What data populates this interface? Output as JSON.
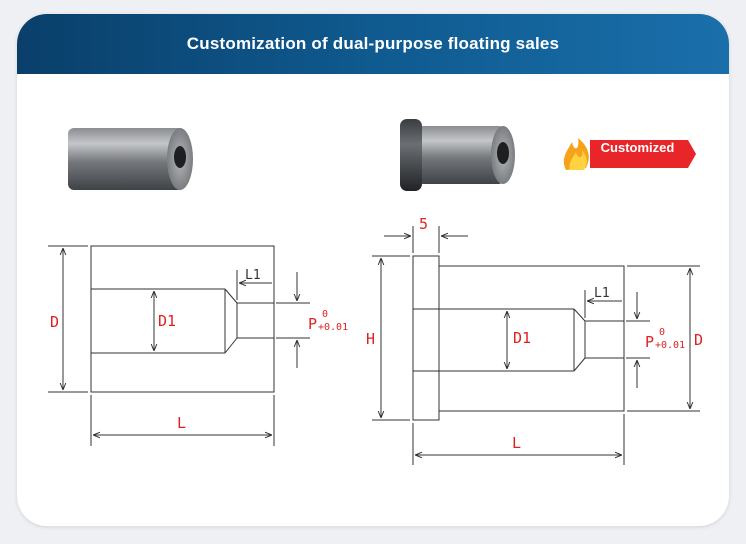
{
  "header": {
    "title": "Customization of dual-purpose floating sales"
  },
  "badge": {
    "label": "Customized"
  },
  "left_drawing": {
    "label_D": "D",
    "label_D1": "D1",
    "label_L1": "L1",
    "label_P": "P",
    "tol_upper": "0",
    "tol_lower": "+0.01",
    "label_L": "L"
  },
  "right_drawing": {
    "label_5": "5",
    "label_H": "H",
    "label_D1": "D1",
    "label_L1": "L1",
    "label_P": "P",
    "tol_upper": "0",
    "tol_lower": "+0.01",
    "label_D": "D",
    "label_L": "L"
  },
  "colors": {
    "header_start": "#0a3f6a",
    "header_end": "#1a6fab",
    "dimension_text": "#e02020",
    "badge": "#e8262a",
    "line": "#333333"
  }
}
